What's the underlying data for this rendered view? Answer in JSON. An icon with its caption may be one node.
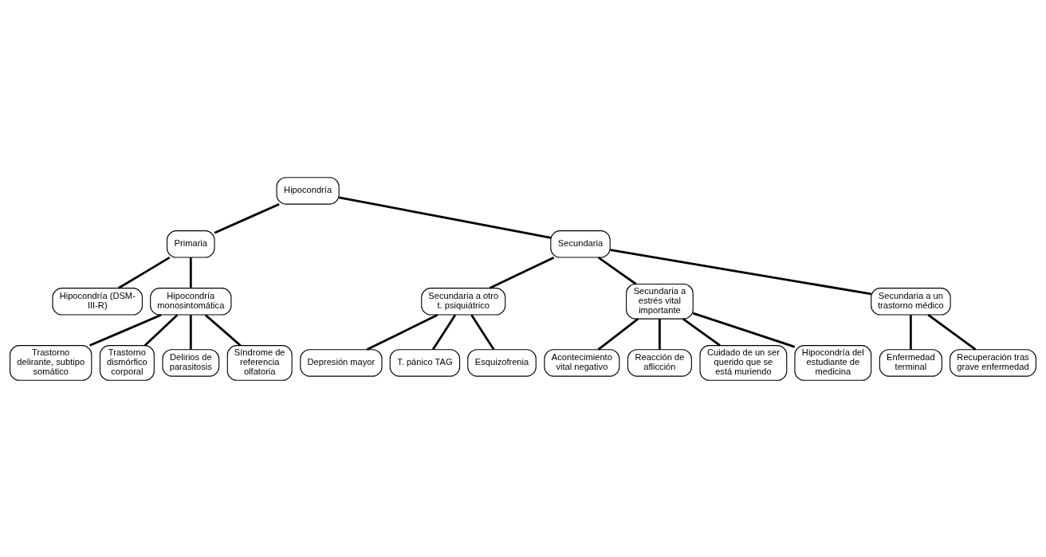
{
  "diagram": {
    "nodes": [
      {
        "text": [
          "Hipocondría"
        ]
      },
      {
        "text": [
          "Primaria"
        ]
      },
      {
        "text": [
          "Secundaria"
        ]
      },
      {
        "text": [
          "Hipocondría (DSM-III-R)"
        ]
      },
      {
        "text": [
          "Hipocondría monosintomática"
        ]
      },
      {
        "text": [
          "Secundaria a otro t. psiquiátrico"
        ]
      },
      {
        "text": [
          "Secundaria a estrés vital importante"
        ]
      },
      {
        "text": [
          "Secundaria a un trastorno médico"
        ]
      },
      {
        "text": [
          "Trastorno delirante, subtipo somático"
        ]
      },
      {
        "text": [
          "Trastorno dismórfico corporal"
        ]
      },
      {
        "text": [
          "Delirios de parasitosis"
        ]
      },
      {
        "text": [
          "Síndrome de referencia olfatoria"
        ]
      },
      {
        "text": [
          "Depresión mayor"
        ]
      },
      {
        "text": [
          "T. pánico TAG"
        ]
      },
      {
        "text": [
          "Esquizofrenia"
        ]
      },
      {
        "text": [
          "Acontecimiento vital negativo"
        ]
      },
      {
        "text": [
          "Reacción de aflicción"
        ]
      },
      {
        "text": [
          "Cuidado de un ser querido que se está muriendo"
        ]
      },
      {
        "text": [
          "Hipocondría del estudiante de medicina"
        ]
      },
      {
        "text": [
          "Enfermedad terminal"
        ]
      },
      {
        "text": [
          "Recuperación tras grave enfermedad"
        ]
      }
    ],
    "edges": [
      {
        "from": 0,
        "to": 1,
        "arrow": "none"
      },
      {
        "from": 0,
        "to": 2,
        "arrow": "none"
      },
      {
        "from": 1,
        "to": 3,
        "arrow": "none"
      },
      {
        "from": 1,
        "to": 4,
        "arrow": "none"
      },
      {
        "from": 2,
        "to": 5,
        "arrow": "none"
      },
      {
        "from": 2,
        "to": 6,
        "arrow": "none"
      },
      {
        "from": 2,
        "to": 7,
        "arrow": "none"
      },
      {
        "from": 4,
        "to": 8,
        "arrow": "none"
      },
      {
        "from": 4,
        "to": 9,
        "arrow": "none"
      },
      {
        "from": 4,
        "to": 10,
        "arrow": "none"
      },
      {
        "from": 4,
        "to": 11,
        "arrow": "none"
      },
      {
        "from": 5,
        "to": 12,
        "arrow": "none"
      },
      {
        "from": 5,
        "to": 13,
        "arrow": "none"
      },
      {
        "from": 5,
        "to": 14,
        "arrow": "none"
      },
      {
        "from": 6,
        "to": 15,
        "arrow": "none"
      },
      {
        "from": 6,
        "to": 16,
        "arrow": "none"
      },
      {
        "from": 6,
        "to": 17,
        "arrow": "none"
      },
      {
        "from": 6,
        "to": 18,
        "arrow": "none"
      },
      {
        "from": 7,
        "to": 19,
        "arrow": "none"
      },
      {
        "from": 7,
        "to": 20,
        "arrow": "none"
      }
    ]
  }
}
